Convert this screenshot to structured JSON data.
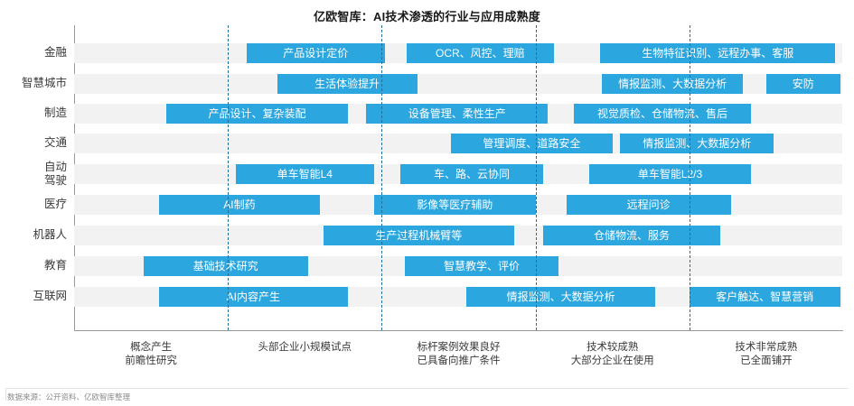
{
  "title": "亿欧智库：AI技术渗透的行业与应用成熟度",
  "footnote": "数据来源：公开资料、亿欧智库整理",
  "colors": {
    "bar": "#2ba6de",
    "row_track": "#f2f2f2",
    "divider": "#1f6f9a",
    "axis": "#9a9a9a"
  },
  "chart_data": {
    "type": "bar",
    "title": "亿欧智库：AI技术渗透的行业与应用成熟度",
    "xlabel": "",
    "ylabel": "",
    "grid": false,
    "legend": "none",
    "xlim": [
      0,
      5
    ],
    "x_stage_ticks": [
      1,
      2,
      3,
      4
    ],
    "stages": [
      {
        "line1": "概念产生",
        "line2": "前瞻性研究"
      },
      {
        "line1": "头部企业小规模试点",
        "line2": ""
      },
      {
        "line1": "标杆案例效果良好",
        "line2": "已具备向推广条件"
      },
      {
        "line1": "技术较成熟",
        "line2": "大部分企业在使用"
      },
      {
        "line1": "技术非常成熟",
        "line2": "已全面铺开"
      }
    ],
    "categories": [
      {
        "line1": "金融",
        "line2": ""
      },
      {
        "line1": "智慧城市",
        "line2": ""
      },
      {
        "line1": "制造",
        "line2": ""
      },
      {
        "line1": "交通",
        "line2": ""
      },
      {
        "line1": "自动",
        "line2": "驾驶"
      },
      {
        "line1": "医疗",
        "line2": ""
      },
      {
        "line1": "机器人",
        "line2": ""
      },
      {
        "line1": "教育",
        "line2": ""
      },
      {
        "line1": "互联网",
        "line2": ""
      }
    ],
    "items": [
      {
        "row": 0,
        "label": "产品设计定价",
        "start": 1.12,
        "end": 2.02
      },
      {
        "row": 0,
        "label": "OCR、风控、理赔",
        "start": 2.16,
        "end": 3.12
      },
      {
        "row": 0,
        "label": "生物特征识别、远程办事、客服",
        "start": 3.42,
        "end": 4.95
      },
      {
        "row": 1,
        "label": "生活体验提升",
        "start": 1.32,
        "end": 2.23
      },
      {
        "row": 1,
        "label": "情报监测、大数据分析",
        "start": 3.43,
        "end": 4.35
      },
      {
        "row": 1,
        "label": "安防",
        "start": 4.5,
        "end": 4.98
      },
      {
        "row": 2,
        "label": "产品设计、复杂装配",
        "start": 0.6,
        "end": 1.78
      },
      {
        "row": 2,
        "label": "设备管理、柔性生产",
        "start": 1.9,
        "end": 3.08
      },
      {
        "row": 2,
        "label": "视觉质检、仓储物流、售后",
        "start": 3.25,
        "end": 4.4
      },
      {
        "row": 3,
        "label": "管理调度、道路安全",
        "start": 2.45,
        "end": 3.5
      },
      {
        "row": 3,
        "label": "情报监测、大数据分析",
        "start": 3.55,
        "end": 4.55
      },
      {
        "row": 4,
        "label": "单车智能L4",
        "start": 1.05,
        "end": 1.95
      },
      {
        "row": 4,
        "label": "车、路、云协同",
        "start": 2.12,
        "end": 3.05
      },
      {
        "row": 4,
        "label": "单车智能L2/3",
        "start": 3.35,
        "end": 4.4
      },
      {
        "row": 5,
        "label": "AI制药",
        "start": 0.55,
        "end": 1.6
      },
      {
        "row": 5,
        "label": "影像等医疗辅助",
        "start": 1.95,
        "end": 3.0
      },
      {
        "row": 5,
        "label": "远程问诊",
        "start": 3.2,
        "end": 4.27
      },
      {
        "row": 6,
        "label": "生产过程机械臂等",
        "start": 1.62,
        "end": 2.86
      },
      {
        "row": 6,
        "label": "仓储物流、服务",
        "start": 3.05,
        "end": 4.2
      },
      {
        "row": 7,
        "label": "基础技术研究",
        "start": 0.45,
        "end": 1.52
      },
      {
        "row": 7,
        "label": "智慧教学、评价",
        "start": 2.15,
        "end": 3.15
      },
      {
        "row": 8,
        "label": "AI内容产生",
        "start": 0.55,
        "end": 1.78
      },
      {
        "row": 8,
        "label": "情报监测、大数据分析",
        "start": 2.55,
        "end": 3.78
      },
      {
        "row": 8,
        "label": "客户触达、智慧营销",
        "start": 4.0,
        "end": 4.98
      }
    ]
  }
}
